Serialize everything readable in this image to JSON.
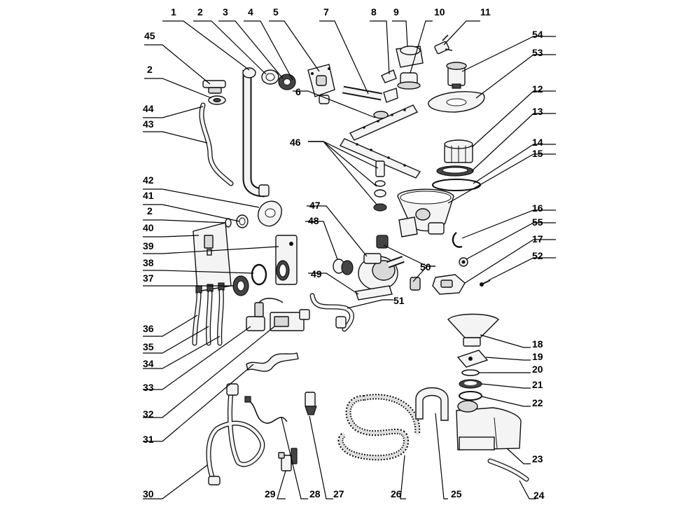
{
  "labels": {
    "p1": "1",
    "p2a": "2",
    "p3": "3",
    "p4": "4",
    "p5": "5",
    "p7": "7",
    "p8": "8",
    "p9": "9",
    "p10": "10",
    "p11": "11",
    "p45": "45",
    "p2b": "2",
    "p44": "44",
    "p43": "43",
    "p6": "6",
    "p54": "54",
    "p53": "53",
    "p12": "12",
    "p13": "13",
    "p14": "14",
    "p15": "15",
    "p46": "46",
    "p42": "42",
    "p41": "41",
    "p2c": "2",
    "p40": "40",
    "p39": "39",
    "p38": "38",
    "p37": "37",
    "p47": "47",
    "p48": "48",
    "p16": "16",
    "p55": "55",
    "p17": "17",
    "p52": "52",
    "p50": "50",
    "p49": "49",
    "p51": "51",
    "p36": "36",
    "p35": "35",
    "p34": "34",
    "p33": "33",
    "p32": "32",
    "p31": "31",
    "p30": "30",
    "p29": "29",
    "p28": "28",
    "p27": "27",
    "p26": "26",
    "p25": "25",
    "p24": "24",
    "p23": "23",
    "p22": "22",
    "p21": "21",
    "p20": "20",
    "p19": "19",
    "p18": "18"
  }
}
